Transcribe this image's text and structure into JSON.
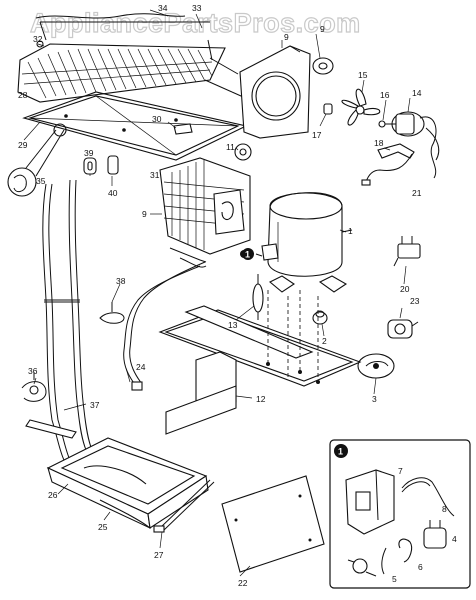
{
  "watermark": "AppliancePartsPros.com",
  "parts": [
    {
      "id": "p1",
      "label": "1"
    },
    {
      "id": "p2",
      "label": "2"
    },
    {
      "id": "p3",
      "label": "3"
    },
    {
      "id": "p4",
      "label": "4"
    },
    {
      "id": "p5",
      "label": "5"
    },
    {
      "id": "p6",
      "label": "6"
    },
    {
      "id": "p7",
      "label": "7"
    },
    {
      "id": "p8",
      "label": "8"
    },
    {
      "id": "p9",
      "label": "9"
    },
    {
      "id": "p9b",
      "label": "9"
    },
    {
      "id": "p11",
      "label": "11"
    },
    {
      "id": "p12",
      "label": "12"
    },
    {
      "id": "p13",
      "label": "13"
    },
    {
      "id": "p14",
      "label": "14"
    },
    {
      "id": "p15",
      "label": "15"
    },
    {
      "id": "p16",
      "label": "16"
    },
    {
      "id": "p17",
      "label": "17"
    },
    {
      "id": "p18",
      "label": "18"
    },
    {
      "id": "p20",
      "label": "20"
    },
    {
      "id": "p21",
      "label": "21"
    },
    {
      "id": "p22",
      "label": "22"
    },
    {
      "id": "p23",
      "label": "23"
    },
    {
      "id": "p24",
      "label": "24"
    },
    {
      "id": "p25",
      "label": "25"
    },
    {
      "id": "p26",
      "label": "26"
    },
    {
      "id": "p27",
      "label": "27"
    },
    {
      "id": "p28",
      "label": "28"
    },
    {
      "id": "p29",
      "label": "29"
    },
    {
      "id": "p30",
      "label": "30"
    },
    {
      "id": "p31",
      "label": "31"
    },
    {
      "id": "p32",
      "label": "32"
    },
    {
      "id": "p33",
      "label": "33"
    },
    {
      "id": "p34",
      "label": "34"
    },
    {
      "id": "p35",
      "label": "35"
    },
    {
      "id": "p36",
      "label": "36"
    },
    {
      "id": "p37",
      "label": "37"
    },
    {
      "id": "p38",
      "label": "38"
    },
    {
      "id": "p39",
      "label": "39"
    },
    {
      "id": "p40",
      "label": "40"
    }
  ],
  "callouts": {
    "inset_marker": "1",
    "compressor_marker": "1"
  }
}
